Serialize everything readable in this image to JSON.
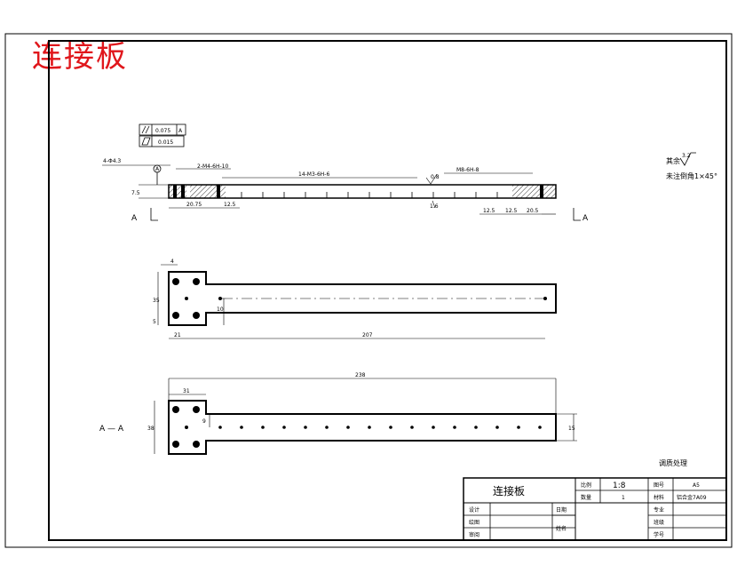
{
  "title": "连接板",
  "note": {
    "other_label": "其余",
    "roughness": "3.2",
    "chamfer": "未注倒角1×45°"
  },
  "front_view": {
    "flatness": "0.015",
    "parallelism": "0.075",
    "datum": "A",
    "dim_hole_4": "4-Φ4.3",
    "dim_thread_2": "2-M4-6H-10",
    "dim_thread_14": "14-M3-6H-6",
    "dim_m8": "M8-6H-8",
    "dim_thickness": "7.5",
    "dim_20_75": "20.75",
    "dim_12_5a": "12.5",
    "dim_12_5b": "12.5",
    "dim_12_5c": "12.5",
    "dim_20_5": "20.5",
    "roughness_small": "0.8",
    "roughness_small2": "1.6",
    "section_label": "A"
  },
  "middle_view": {
    "dim_4": "4",
    "dim_35": "35",
    "dim_10": "10",
    "dim_5": "5",
    "dim_21": "21",
    "dim_207": "207"
  },
  "bottom_view": {
    "dim_238": "238",
    "dim_31": "31",
    "dim_38": "38",
    "dim_9": "9",
    "dim_15": "15",
    "section_text": "A — A"
  },
  "heat_treat": "调质处理",
  "title_block": {
    "part_name": "连接板",
    "scale_label": "比例",
    "scale_value": "1:8",
    "qty_label": "数量",
    "qty_value": "1",
    "drawing_no_label": "图号",
    "drawing_no_value": "A5",
    "material_label": "材料",
    "material_value": "铝合金7A09",
    "design_label": "设计",
    "date_label": "日期",
    "draw_label": "绘图",
    "review_label": "审阅",
    "name_label": "姓名",
    "major_label": "专业",
    "class_label": "班级",
    "student_no_label": "学号"
  },
  "colors": {
    "title_red": "#e0161b",
    "line": "#000000"
  }
}
